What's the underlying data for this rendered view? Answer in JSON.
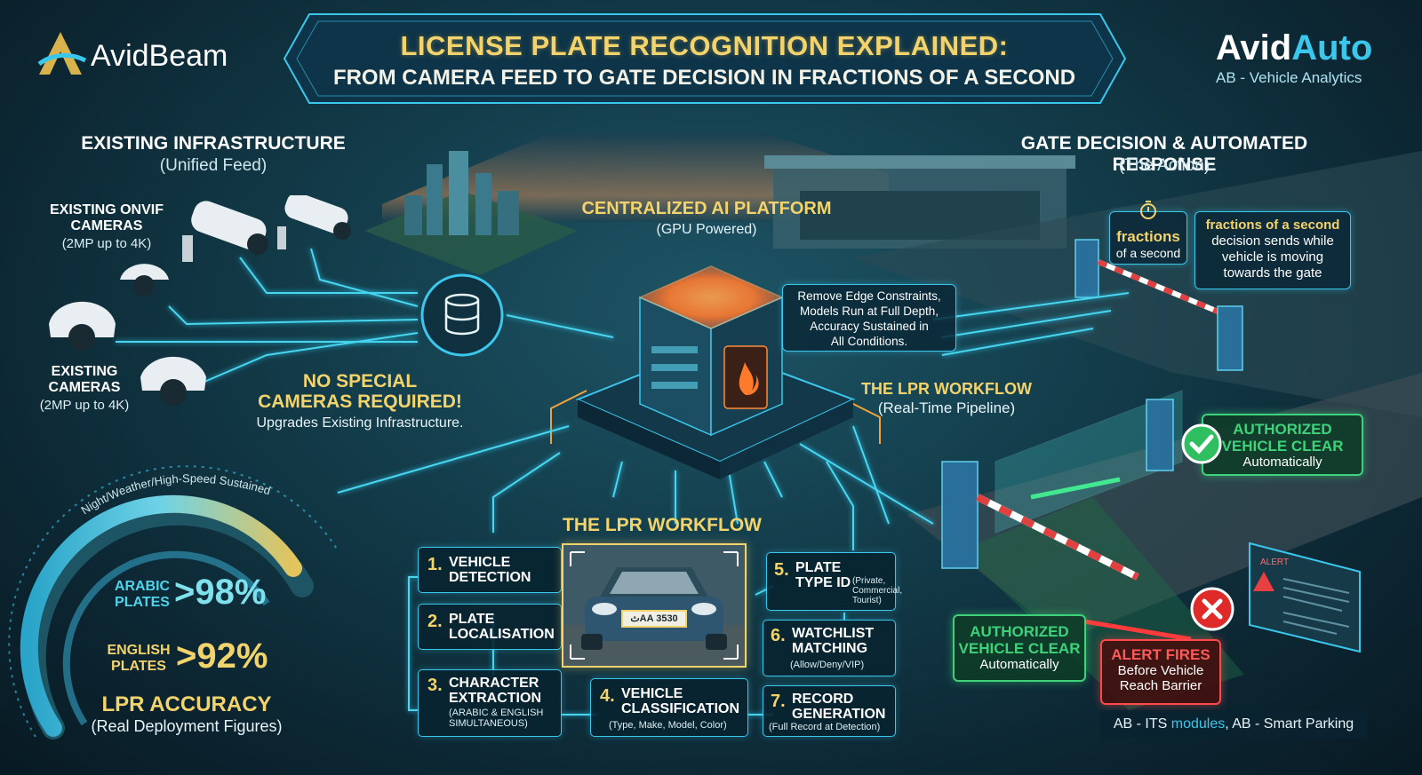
{
  "header": {
    "logo_left": "AvidBeam",
    "logo_right_main": "Avid",
    "logo_right_accent": "Auto",
    "logo_right_sub": "AB - Vehicle Analytics",
    "title_line1": "LICENSE PLATE RECOGNITION EXPLAINED:",
    "title_line2": "FROM CAMERA FEED TO GATE DECISION IN FRACTIONS OF A SECOND"
  },
  "left": {
    "section_title": "EXISTING INFRASTRUCTURE",
    "section_sub": "(Unified Feed)",
    "onvif_label": "EXISTING ONVIF CAMERAS",
    "onvif_sub": "(2MP up to 4K)",
    "cams_label": "EXISTING CAMERAS",
    "cams_sub": "(2MP up to 4K)",
    "no_special_1": "NO SPECIAL",
    "no_special_2": "CAMERAS REQUIRED!",
    "no_special_sub": "Upgrades Existing Infrastructure."
  },
  "accuracy": {
    "arc_label": "Night/Weather/High-Speed Sustained",
    "arabic_label_1": "ARABIC",
    "arabic_label_2": "PLATES",
    "arabic_value": ">98%",
    "arabic_pct": 98,
    "english_label_1": "ENGLISH",
    "english_label_2": "PLATES",
    "english_value": ">92%",
    "english_pct": 92,
    "title": "LPR ACCURACY",
    "sub": "(Real Deployment Figures)"
  },
  "center": {
    "platform_title": "CENTRALIZED AI PLATFORM",
    "platform_sub": "(GPU Powered)",
    "callout_1": "Remove Edge Constraints,",
    "callout_2": "Models Run at Full Depth,",
    "callout_3": "Accuracy Sustained in",
    "callout_4": "All Conditions."
  },
  "workflow": {
    "title": "THE LPR WORKFLOW",
    "steps": [
      {
        "num": "1.",
        "l1": "VEHICLE",
        "l2": "DETECTION",
        "sub": ""
      },
      {
        "num": "2.",
        "l1": "PLATE",
        "l2": "LOCALISATION",
        "sub": ""
      },
      {
        "num": "3.",
        "l1": "CHARACTER",
        "l2": "EXTRACTION",
        "sub": "(ARABIC & ENGLISH SIMULTANEOUS)"
      },
      {
        "num": "4.",
        "l1": "VEHICLE",
        "l2": "CLASSIFICATION",
        "sub": "(Type, Make, Model, Color)"
      },
      {
        "num": "5.",
        "l1": "PLATE",
        "l2": "TYPE ID",
        "sub": "(Private, Commercial, Tourist)"
      },
      {
        "num": "6.",
        "l1": "WATCHLIST",
        "l2": "MATCHING",
        "sub": "(Allow/Deny/VIP)"
      },
      {
        "num": "7.",
        "l1": "RECORD",
        "l2": "GENERATION",
        "sub": "(Full Record at Detection)"
      }
    ],
    "plate_text": "ثAA 3530"
  },
  "right": {
    "section_title": "GATE DECISION & AUTOMATED RESPONSE",
    "section_sub": "(The Action)",
    "fractions_title": "fractions",
    "fractions_sub": "of a second",
    "decision_title": "fractions of a second",
    "decision_1": "decision sends while",
    "decision_2": "vehicle is moving",
    "decision_3": "towards the gate",
    "workflow_title": "THE LPR WORKFLOW",
    "workflow_sub": "(Real-Time Pipeline)",
    "auth_top_1": "AUTHORIZED",
    "auth_top_2": "VEHICLE CLEAR",
    "auth_top_3": "Automatically",
    "auth_bot_1": "AUTHORIZED",
    "auth_bot_2": "VEHICLE CLEAR",
    "auth_bot_3": "Automatically",
    "alert_1": "ALERT FIRES",
    "alert_2": "Before Vehicle",
    "alert_3": "Reach Barrier",
    "alert_panel_title": "ALERT",
    "footer_a": "AB - ITS ",
    "footer_b": "modules",
    "footer_c": ", AB - Smart Parking"
  },
  "colors": {
    "accent": "#3bc7ec",
    "gold": "#f3d36b",
    "green": "#3ed27a",
    "red": "#ff4848"
  }
}
